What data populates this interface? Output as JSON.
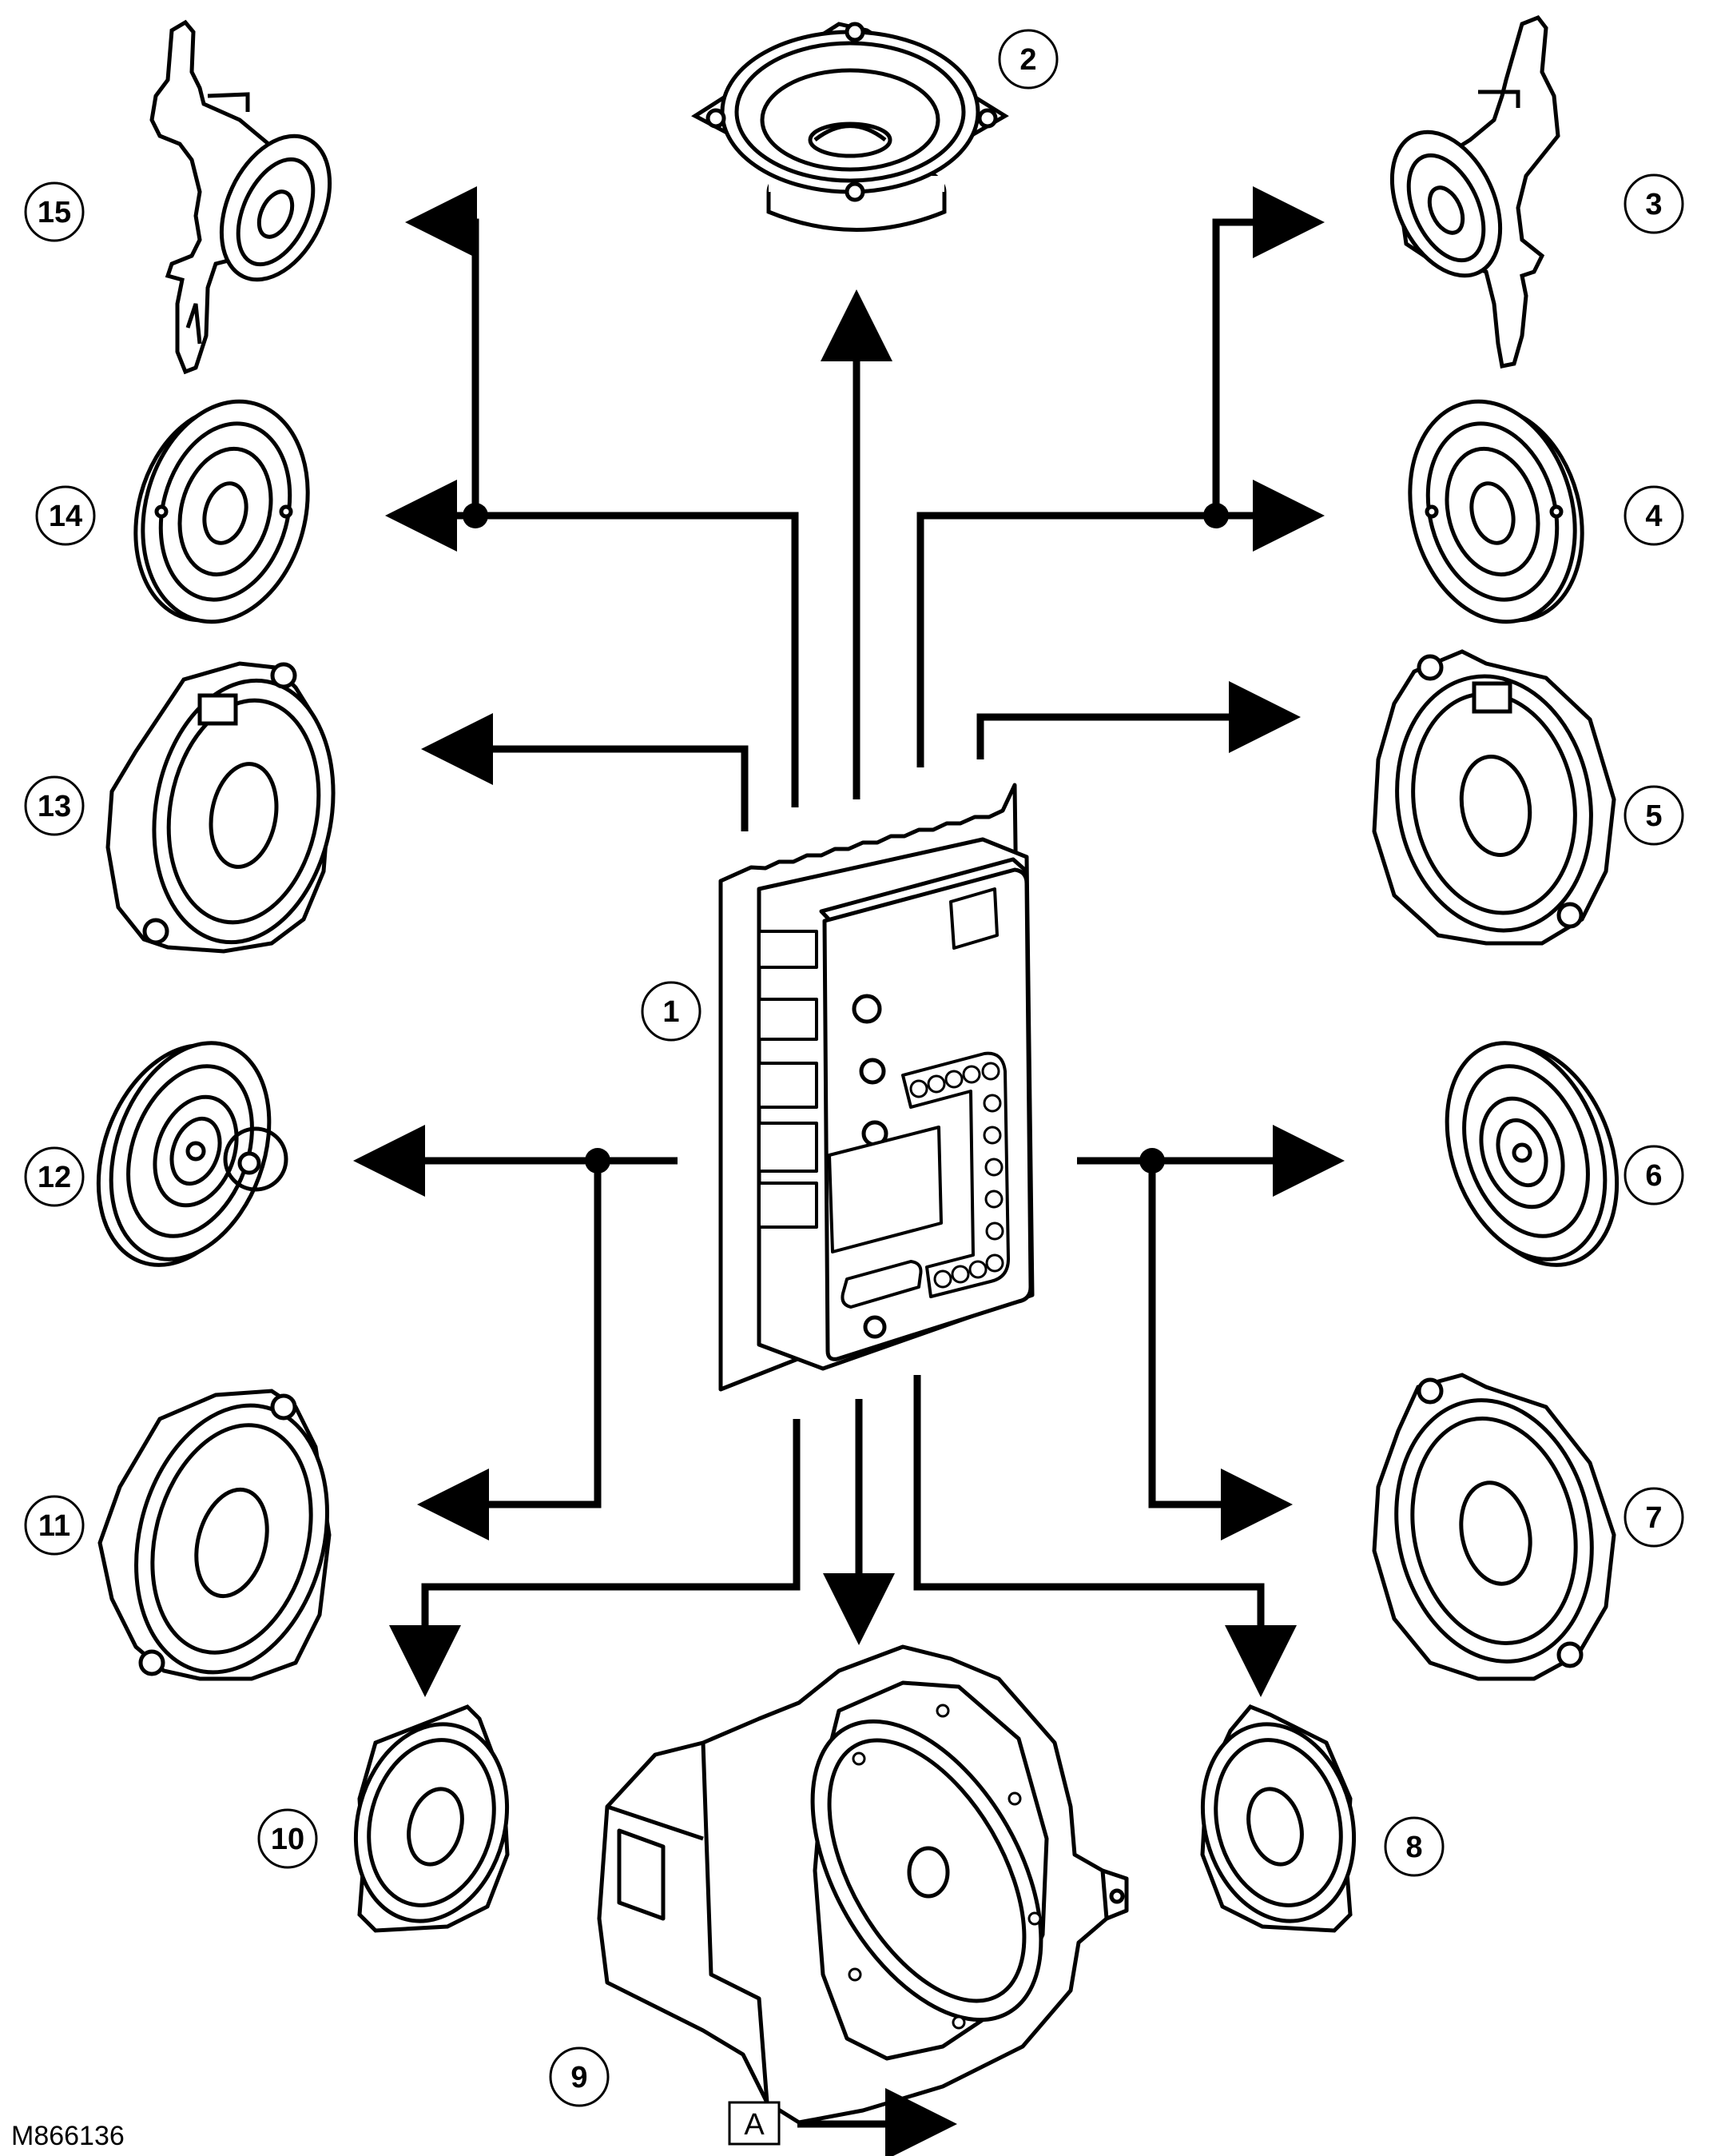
{
  "callouts": {
    "c1": "1",
    "c2": "2",
    "c3": "3",
    "c4": "4",
    "c5": "5",
    "c6": "6",
    "c7": "7",
    "c8": "8",
    "c9": "9",
    "c10": "10",
    "c11": "11",
    "c12": "12",
    "c13": "13",
    "c14": "14",
    "c15": "15"
  },
  "legend": {
    "letter": "A"
  },
  "figure_ref": "M866136",
  "colors": {
    "line": "#000000",
    "background": "#ffffff"
  }
}
